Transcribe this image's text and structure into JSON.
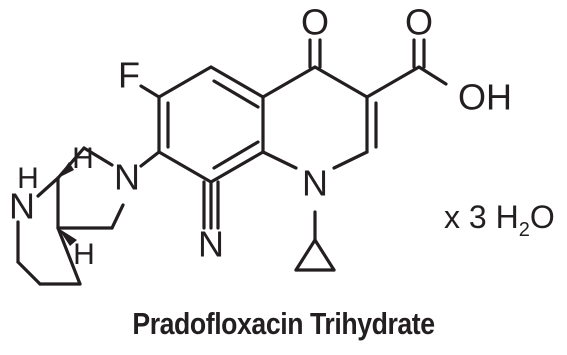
{
  "atoms": {
    "o_keto": "O",
    "o_acid": "O",
    "oh": "OH",
    "f": "F",
    "n_pyrrolidine": "N",
    "n_quinolone": "N",
    "n_nitrile": "N",
    "nh_n": "N",
    "nh_h": "H",
    "h_top": "H",
    "h_bottom": "H"
  },
  "hydrate": {
    "prefix": "x 3 H",
    "subscript": "2",
    "suffix": "O"
  },
  "caption": "Pradofloxacin Trihydrate",
  "colors": {
    "ink": "#231f20",
    "background": "#ffffff"
  }
}
